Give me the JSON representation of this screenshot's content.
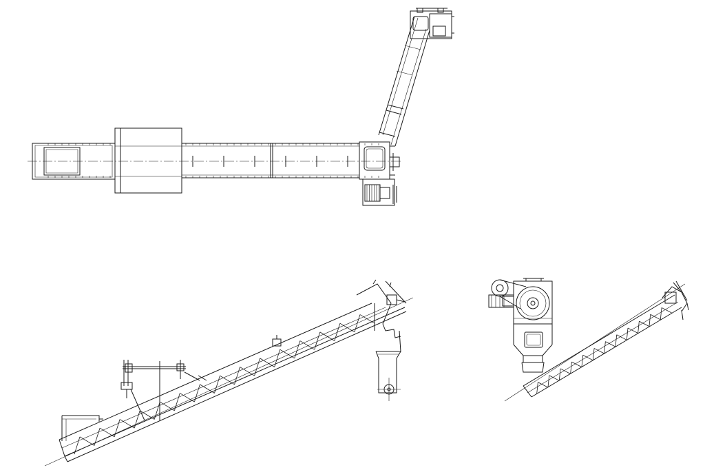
{
  "drawing": {
    "line_color": "#1a1a1a",
    "background": "#ffffff",
    "views": [
      {
        "name": "top-plan-view",
        "screw_pitch_marks": 6,
        "hopper_count": 1
      },
      {
        "name": "side-elevation-view",
        "screw_flights": 15
      },
      {
        "name": "end-elevation-view",
        "screw_flights": 12
      }
    ]
  }
}
